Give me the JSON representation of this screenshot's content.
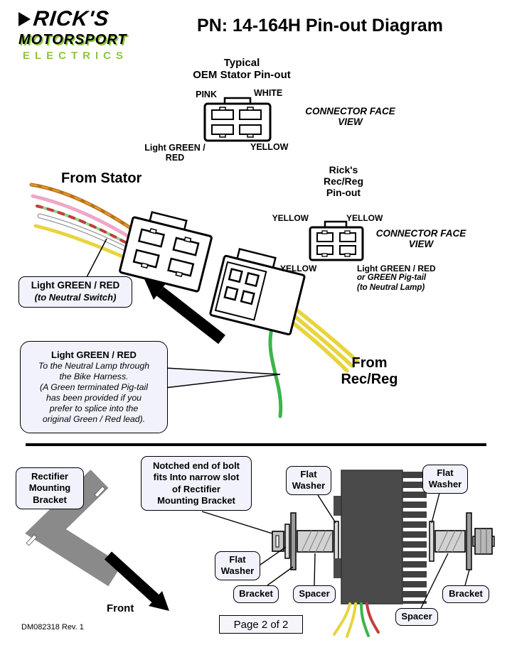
{
  "logo": {
    "rick": "RICK'S",
    "motorsport": "MOTORSPORT",
    "electrics": "ELECTRICS"
  },
  "title": "PN: 14-164H Pin-out Diagram",
  "oem": {
    "heading": "Typical\nOEM Stator Pin-out",
    "pin_pink": "PINK",
    "pin_white": "WHITE",
    "pin_lgr": "Light GREEN /\nRED",
    "pin_yellow": "YELLOW",
    "face_view": "CONNECTOR FACE\nVIEW"
  },
  "ricks": {
    "heading": "Rick's\nRec/Reg\nPin-out",
    "pin_yellow_tl": "YELLOW",
    "pin_yellow_tr": "YELLOW",
    "pin_yellow_bl": "YELLOW",
    "pin_lgr_bold": "Light GREEN / RED",
    "pin_lgr_it1": "or GREEN Pig-tail",
    "pin_lgr_it2": "(to Neutral Lamp)",
    "face_view": "CONNECTOR FACE\nVIEW"
  },
  "main": {
    "from_stator": "From Stator",
    "from_recreg": "From\nRec/Reg",
    "switch_bold": "Light GREEN / RED",
    "switch_it": "(to Neutral  Switch)",
    "lamp_bold": "Light GREEN / RED",
    "lamp_it": "To the Neutral Lamp through\nthe Bike Harness.\n(A Green terminated Pig-tail\nhas been provided if you\nprefer to splice into the\noriginal Green / Red lead)."
  },
  "bottom": {
    "bracket_box": "Rectifier\nMounting\nBracket",
    "notch": "Notched end of bolt\nfits Into narrow slot\nof Rectifier\nMounting Bracket",
    "flat_washer": "Flat\nWasher",
    "bracket": "Bracket",
    "spacer": "Spacer",
    "front": "Front"
  },
  "footer": {
    "doc": "DM082318  Rev. 1",
    "page": "Page 2 of  2"
  },
  "colors": {
    "green_brand": "#8dc63f",
    "wire_yellow": "#e8d43c",
    "wire_green": "#3cb44a",
    "wire_pink": "#f0a6c6",
    "wire_orange": "#b87018",
    "wire_red": "#c43c3c",
    "callout_fill": "#f2f2fc"
  }
}
